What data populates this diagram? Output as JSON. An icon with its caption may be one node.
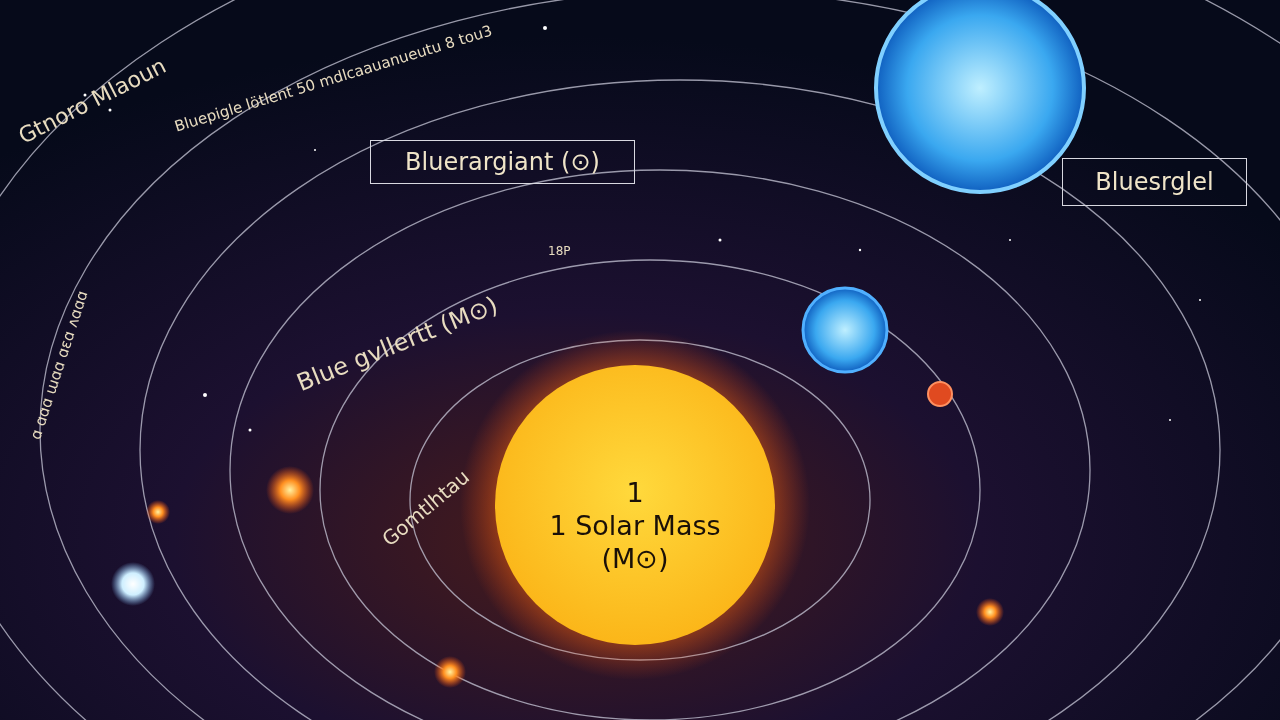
{
  "diagram": {
    "nodes": [
      {
        "text": [
          "1",
          "1 Solar Mass (M⊙)"
        ]
      },
      {
        "text": [
          "Bluerargiant (⊙)"
        ]
      },
      {
        "text": [
          "Bluesrglel"
        ]
      }
    ],
    "edges": [],
    "labels": [
      "Gtnoro Mlaoun",
      "Bluepigle lötlent 50 mdlcaauanueutu 8 tou3",
      "Blue gvllertt (M⊙)",
      "18P",
      "ɑ ɑɑɑ ɯɑɑ ɑɛɑ ʌɑɑɑ",
      "Gomtlhtau"
    ]
  }
}
